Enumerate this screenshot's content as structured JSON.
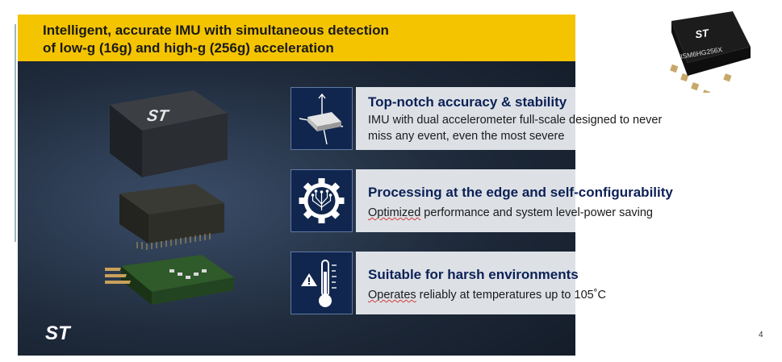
{
  "slide": {
    "title_line1": "Intelligent, accurate IMU with simultaneous detection",
    "title_line2": "of low-g (16g) and high-g (256g) acceleration",
    "page_number": "4",
    "chip_label": "ISM6HG256X",
    "brand_logo": "ST",
    "colors": {
      "title_bar": "#f4c400",
      "background": "#1d2838",
      "icon_box": "#10264e",
      "text_panel": "#dde1e6",
      "feature_title": "#0b2055"
    }
  },
  "features": [
    {
      "icon": "accelerometer-axes-icon",
      "title": "Top-notch accuracy & stability",
      "desc_line1": "IMU with dual accelerometer full-scale designed to never",
      "desc_line2": "miss any event, even the most severe"
    },
    {
      "icon": "gear-circuit-icon",
      "title": "Processing at the edge and self-configurability",
      "desc_word1": "Optimized",
      "desc_rest": " performance and system level-power saving"
    },
    {
      "icon": "thermometer-warning-icon",
      "title": "Suitable for harsh environments",
      "desc_word1": "Operates",
      "desc_rest": " reliably at temperatures up to 105˚C"
    }
  ]
}
